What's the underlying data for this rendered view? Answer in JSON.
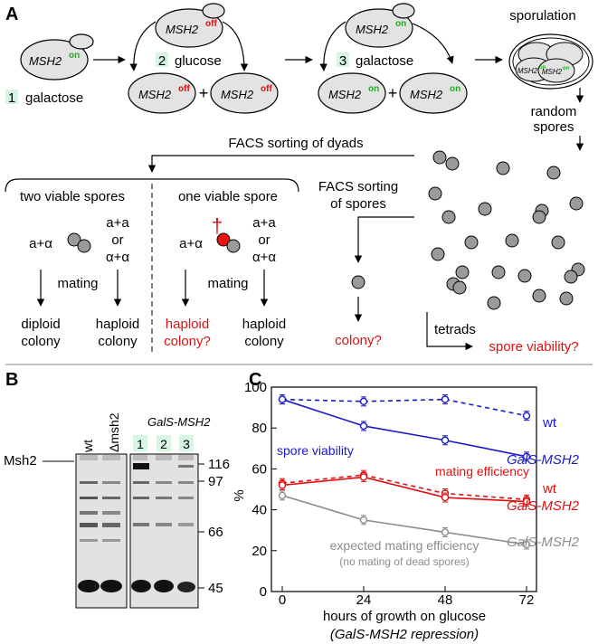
{
  "colors": {
    "cell_fill": "#e3e3e3",
    "label_bg": "#d6f5e3",
    "msh2_on": "#22aa22",
    "msh2_off": "#dd1111",
    "spore_grey": "#9a9a9a",
    "red_text": "#dd1111",
    "series_blue": "#1a1acc",
    "series_red": "#dd1111",
    "series_grey": "#8c8c8c"
  },
  "panelA": {
    "letter": "A",
    "cell_name": "MSH2",
    "on": "on",
    "off": "off",
    "step1_num": "1",
    "step1_label": "galactose",
    "step2_num": "2",
    "step2_label": "glucose",
    "step3_num": "3",
    "step3_label": "galactose",
    "plus": "+",
    "sporulation": "sporulation",
    "random_spores_1": "random",
    "random_spores_2": "spores",
    "facs_dyads": "FACS sorting of dyads",
    "two_viable": "two viable spores",
    "one_viable": "one viable spore",
    "a_alpha": "a+α",
    "aa": "a+a",
    "or": "or",
    "alpha_alpha": "α+α",
    "dagger": "†",
    "mating": "mating",
    "diploid_1": "diploid",
    "colony": "colony",
    "haploid": "haploid",
    "haploid_q": "haploid",
    "colony_q": "colony?",
    "facs_spores_1": "FACS sorting",
    "facs_spores_2": "of spores",
    "colony_q2": "colony?",
    "tetrads": "tetrads",
    "spore_viability_q": "spore viability?"
  },
  "panelB": {
    "letter": "B",
    "lane_wt": "wt",
    "lane_delta": "Δmsh2",
    "gal_label": "GalS-MSH2",
    "lane_nums": [
      "1",
      "2",
      "3"
    ],
    "band_label": "Msh2",
    "markers": [
      "116",
      "97",
      "66",
      "45"
    ]
  },
  "chart_data": {
    "type": "line",
    "panel_letter": "C",
    "xlabel_1": "hours of growth on glucose",
    "xlabel_2": "(GalS-MSH2 repression)",
    "ylabel": "%",
    "x": [
      0,
      24,
      48,
      72
    ],
    "xlim": [
      0,
      72
    ],
    "ylim": [
      0,
      100
    ],
    "yticks": [
      0,
      20,
      40,
      60,
      80,
      100
    ],
    "series": [
      {
        "name": "wt",
        "group": "spore viability",
        "style": "dashed",
        "color": "#1a1acc",
        "values": [
          94,
          93,
          94,
          86
        ]
      },
      {
        "name": "GalS-MSH2",
        "group": "spore viability",
        "style": "solid",
        "color": "#1a1acc",
        "values": [
          94,
          81,
          74,
          66
        ]
      },
      {
        "name": "wt",
        "group": "mating efficiency",
        "style": "dashed",
        "color": "#dd1111",
        "values": [
          53,
          57,
          48,
          45
        ]
      },
      {
        "name": "GalS-MSH2",
        "group": "mating efficiency",
        "style": "solid",
        "color": "#dd1111",
        "values": [
          52,
          56,
          46,
          44
        ]
      },
      {
        "name": "GalS-MSH2",
        "group": "expected mating efficiency",
        "style": "solid",
        "color": "#8c8c8c",
        "values": [
          47,
          35,
          29,
          23
        ]
      }
    ],
    "annotations": {
      "spore_viability": "spore viability",
      "mating_efficiency": "mating efficiency",
      "expected_1": "expected mating efficiency",
      "expected_2": "(no mating of dead spores)",
      "wt": "wt",
      "gal": "GalS-MSH2"
    }
  }
}
